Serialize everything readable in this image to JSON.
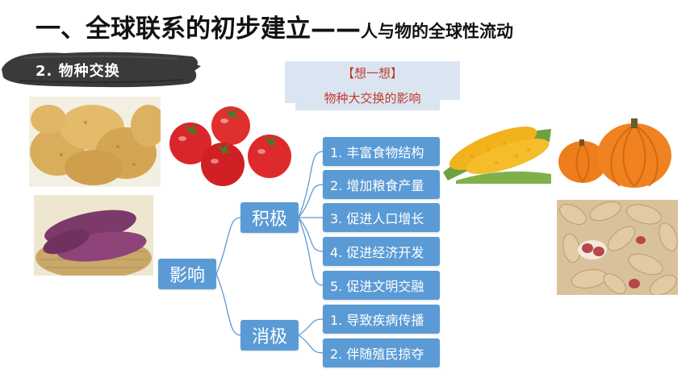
{
  "header": {
    "title_main": "一、全球联系的初步建立——",
    "title_sub": "人与物的全球性流动"
  },
  "section": {
    "label": "2. 物种交换"
  },
  "think_box": {
    "heading": "【想一想】",
    "question": "物种大交换的影响"
  },
  "diagram": {
    "root": "影响",
    "positive": {
      "label": "积极",
      "items": [
        "1. 丰富食物结构",
        "2. 增加粮食产量",
        "3. 促进人口增长",
        "4. 促进经济开发",
        "5. 促进文明交融"
      ]
    },
    "negative": {
      "label": "消极",
      "items": [
        "1. 导致疾病传播",
        "2. 伴随殖民掠夺"
      ]
    }
  },
  "images": [
    "potatoes-image",
    "tomatoes-image",
    "sweet-potatoes-image",
    "corn-image",
    "pumpkins-image",
    "peanuts-image"
  ],
  "colors": {
    "node_fill": "#5b9bd5",
    "think_box_bg": "#dbe5f1",
    "think_text": "#c0392b"
  }
}
